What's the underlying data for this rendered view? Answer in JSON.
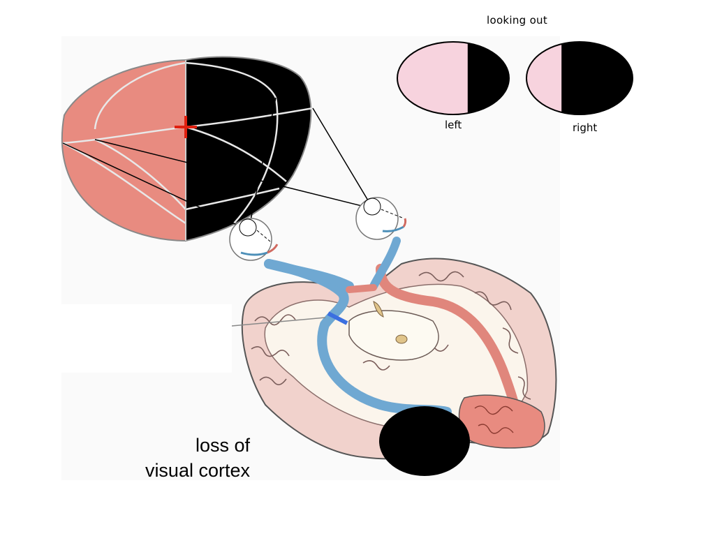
{
  "labels": {
    "looking_out": "looking out",
    "left_eye": "left",
    "right_eye": "right",
    "lesion_line1": "loss of",
    "lesion_line2": "visual cortex"
  },
  "visual_field": {
    "left_eye": {
      "seen_fraction": 0.63,
      "seen_color": "#f7d3de",
      "lost_color": "#000000"
    },
    "right_eye": {
      "seen_fraction": 0.33,
      "seen_color": "#f7d3de",
      "lost_color": "#000000"
    }
  },
  "colors": {
    "field_seen": "#e88b80",
    "field_lost": "#000000",
    "fixation_cross": "#e02010",
    "left_pathway": "#6fa8d2",
    "right_pathway": "#e0867c",
    "lesion_mark": "#3b6fe0",
    "brain_tissue": "#f1d2cc",
    "white_matter": "#fbf5ec"
  }
}
